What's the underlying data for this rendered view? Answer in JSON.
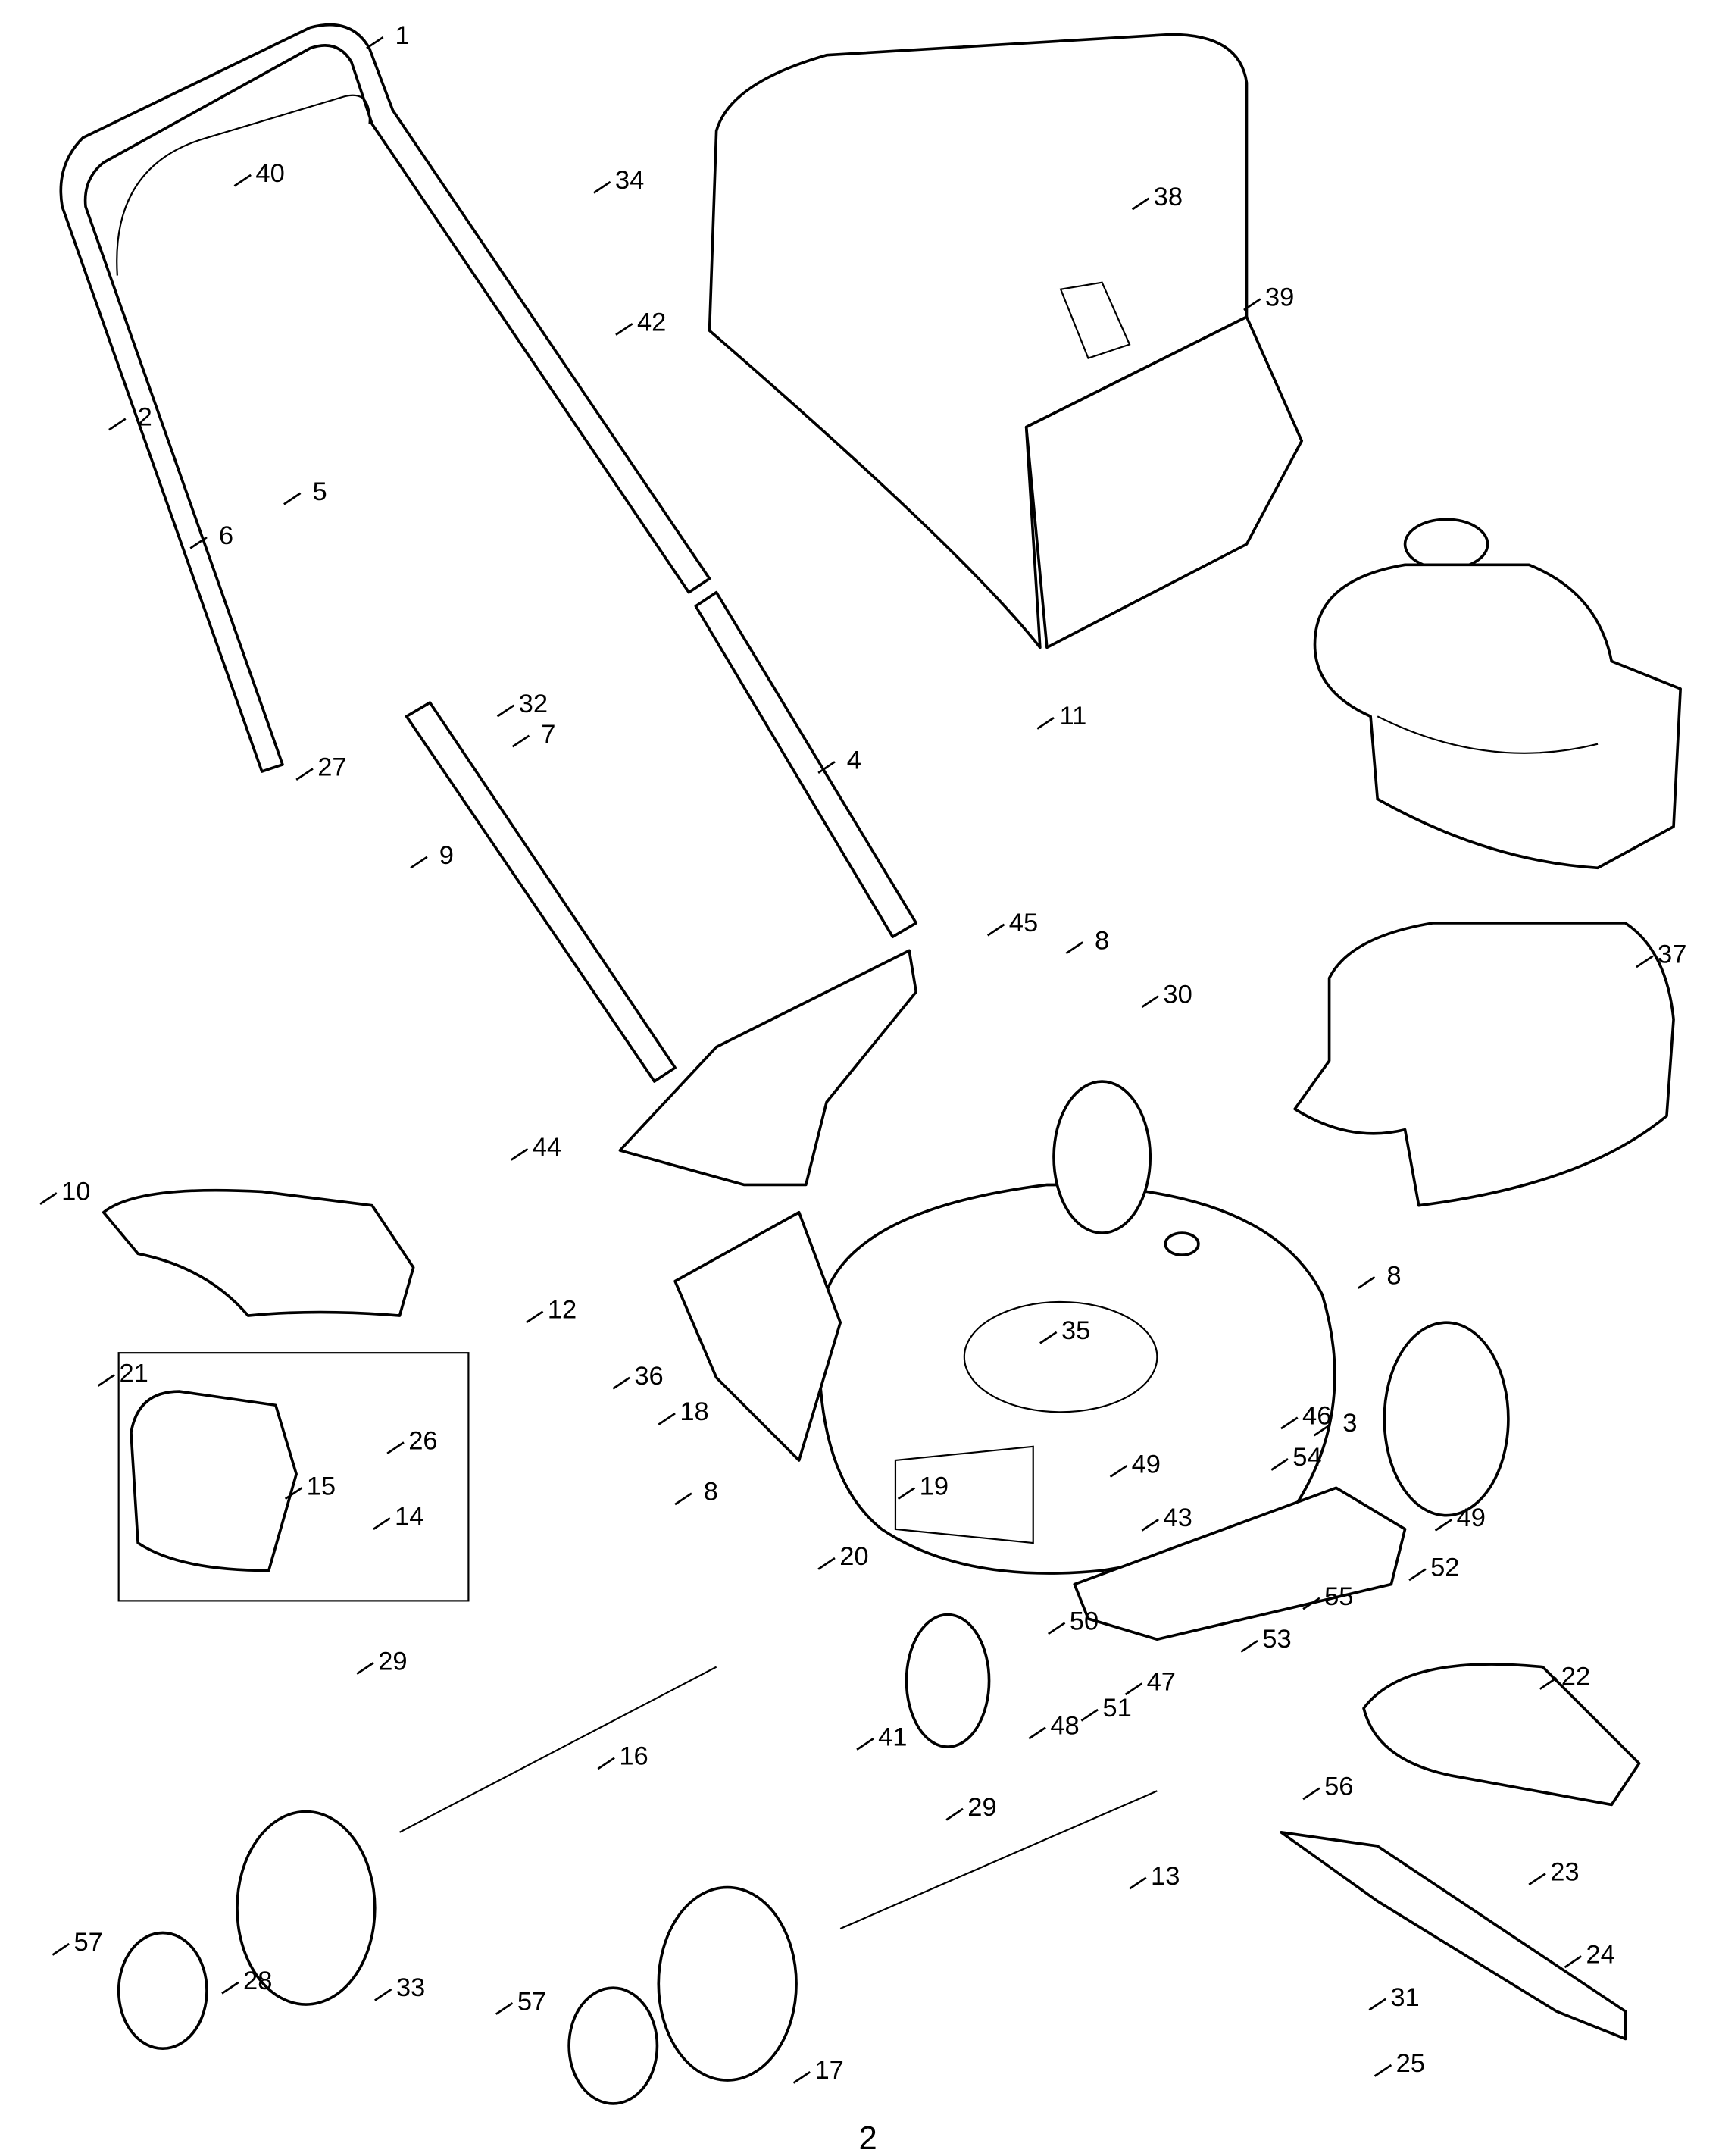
{
  "diagram": {
    "page_number": "2",
    "callouts": [
      "1",
      "40",
      "34",
      "38",
      "39",
      "42",
      "2",
      "5",
      "6",
      "32",
      "7",
      "27",
      "11",
      "4",
      "9",
      "45",
      "8",
      "37",
      "30",
      "44",
      "10",
      "8",
      "12",
      "35",
      "36",
      "21",
      "46",
      "3",
      "18",
      "26",
      "54",
      "49",
      "15",
      "19",
      "8",
      "43",
      "49",
      "14",
      "20",
      "52",
      "55",
      "50",
      "53",
      "47",
      "29",
      "22",
      "51",
      "48",
      "16",
      "41",
      "56",
      "29",
      "13",
      "23",
      "57",
      "28",
      "33",
      "24",
      "31",
      "57",
      "17",
      "25"
    ]
  }
}
